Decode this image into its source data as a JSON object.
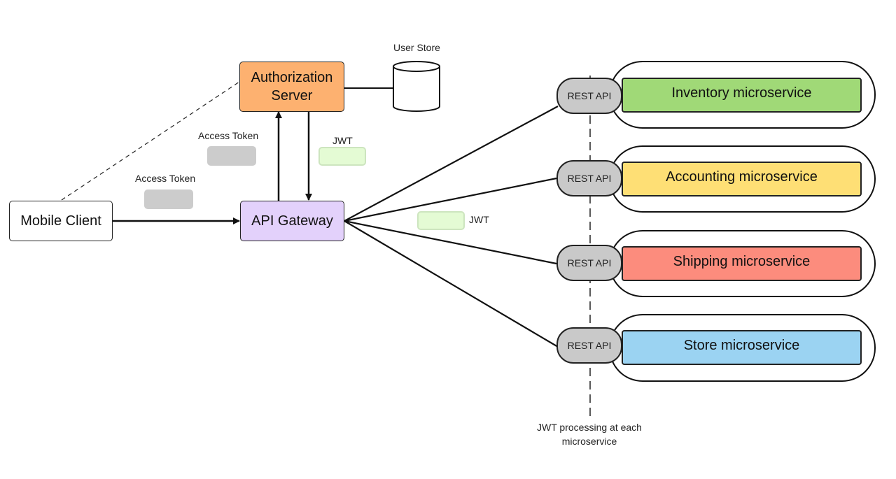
{
  "nodes": {
    "mobile_client": "Mobile Client",
    "auth_server": "Authorization Server",
    "user_store": "User Store",
    "api_gateway": "API Gateway"
  },
  "labels": {
    "access_token_1": "Access Token",
    "access_token_2": "Access Token",
    "jwt_1": "JWT",
    "jwt_2": "JWT",
    "jwt_processing": "JWT processing at each microservice"
  },
  "services": [
    {
      "api": "REST API",
      "name": "Inventory microservice",
      "color": "#a0d977"
    },
    {
      "api": "REST API",
      "name": "Accounting microservice",
      "color": "#fedf75"
    },
    {
      "api": "REST API",
      "name": "Shipping microservice",
      "color": "#fc8c7d"
    },
    {
      "api": "REST API",
      "name": "Store microservice",
      "color": "#9bd3f2"
    }
  ],
  "colors": {
    "auth_server": "#fdb170",
    "api_gateway": "#e3d1fb",
    "token_gray": "#cccccc",
    "jwt_green": "#e4fbd4"
  }
}
